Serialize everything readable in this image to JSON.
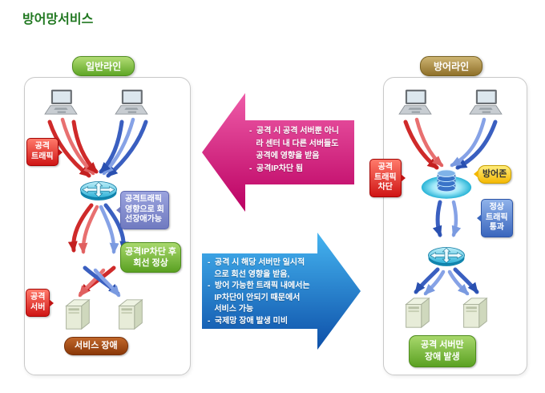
{
  "title": "방어망서비스",
  "left_panel": {
    "header": "일반라인",
    "attack_traffic": "공격\n트래픽",
    "traffic_impact": "공격트래픽\n영향으로 회\n선장애가능",
    "ip_block": "공격IP차단 후\n회선 정상",
    "attack_server": "공격\n서버",
    "service_failure": "서비스 장애"
  },
  "right_panel": {
    "header": "방어라인",
    "attack_block": "공격\n트래픽\n차단",
    "defense_zone": "방어존",
    "normal_traffic": "정상\n트래픽\n통과",
    "server_failure": "공격 서버만\n장애 발생"
  },
  "callouts": {
    "general": "-  공격 시 공격 서버뿐 아니\n   라 센터 내 다른 서버들도\n   공격에 영향을 받음\n-  공격IP차단 됨",
    "defense": "-  공격 시 해당 서버만 일시적\n   으로 회선 영향을 받음,\n-  방어 가능한 트래픽 내에서는\n   IP차단이 안되기 때문에서\n   서비스 가능\n-  국제망 장애 발생 미비"
  },
  "icons": [
    "laptop-icon",
    "router-icon",
    "server-icon",
    "defense-zone-icon"
  ],
  "colors": {
    "title_green": "#217821",
    "attack_red": "#cf1515",
    "normal_blue": "#3a66bd",
    "general_line_green": "#5fa626",
    "defense_line_olive": "#8f7029",
    "magenta_callout": "#bb0062",
    "blue_callout": "#0d4fa8",
    "defense_zone_yellow": "#f4b804",
    "service_failure_maroon": "#8a3808"
  }
}
